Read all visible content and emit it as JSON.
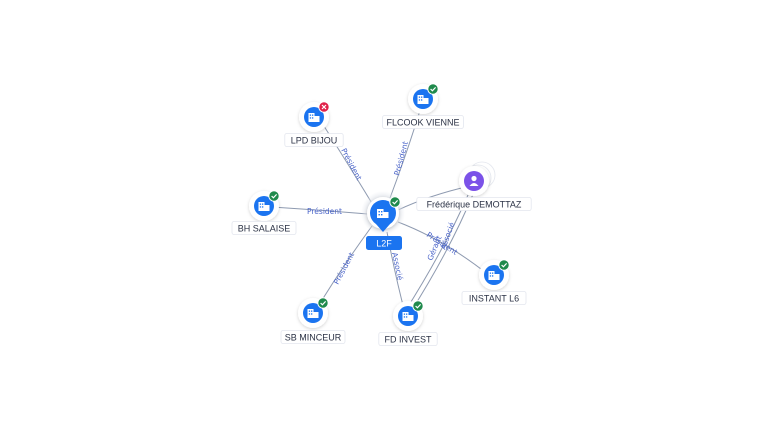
{
  "center": {
    "label": "L2F",
    "status": "active",
    "icon": "building-icon"
  },
  "nodes": [
    {
      "id": "lpd-bijou",
      "label": "LPD BIJOU",
      "status": "inactive",
      "icon": "building-icon",
      "relation": "Président"
    },
    {
      "id": "flcook-vienne",
      "label": "FLCOOK VIENNE",
      "status": "active",
      "icon": "building-icon",
      "relation": "Président"
    },
    {
      "id": "frederique-demottaz",
      "label": "Frédérique DEMOTTAZ",
      "status": "person",
      "icon": "person-icon",
      "relation": ""
    },
    {
      "id": "bh-salaise",
      "label": "BH SALAISE",
      "status": "active",
      "icon": "building-icon",
      "relation": "Président"
    },
    {
      "id": "instant-l6",
      "label": "INSTANT L6",
      "status": "active",
      "icon": "building-icon",
      "relation": "Président"
    },
    {
      "id": "sb-minceur",
      "label": "SB MINCEUR",
      "status": "active",
      "icon": "building-icon",
      "relation": "Président"
    },
    {
      "id": "fd-invest",
      "label": "FD INVEST",
      "status": "active",
      "icon": "building-icon",
      "relation": "Associé"
    }
  ],
  "extra_relations": [
    "Gérant",
    "Associé"
  ],
  "colors": {
    "node_blue": "#1b74f0",
    "status_green": "#1f8a4c",
    "status_red": "#e0224a",
    "person_purple": "#7b52e8",
    "edge": "#8e9ab0",
    "edge_label": "#4a64c9"
  }
}
